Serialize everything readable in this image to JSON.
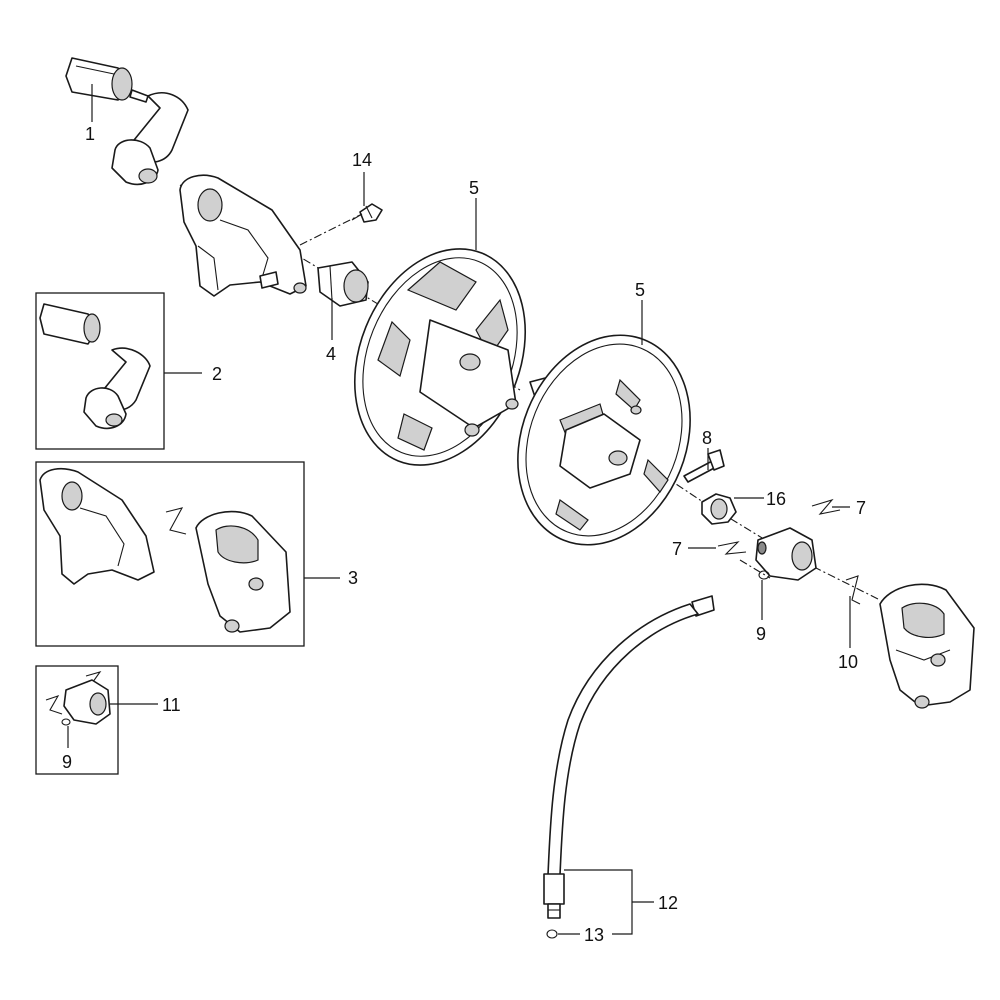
{
  "callouts": {
    "c1": "1",
    "c2": "2",
    "c3": "3",
    "c4": "4",
    "c5a": "5",
    "c5b": "5",
    "c7a": "7",
    "c7b": "7",
    "c8": "8",
    "c9a": "9",
    "c9b": "9",
    "c10": "10",
    "c11": "11",
    "c12": "12",
    "c13": "13",
    "c14": "14",
    "c16": "16"
  }
}
